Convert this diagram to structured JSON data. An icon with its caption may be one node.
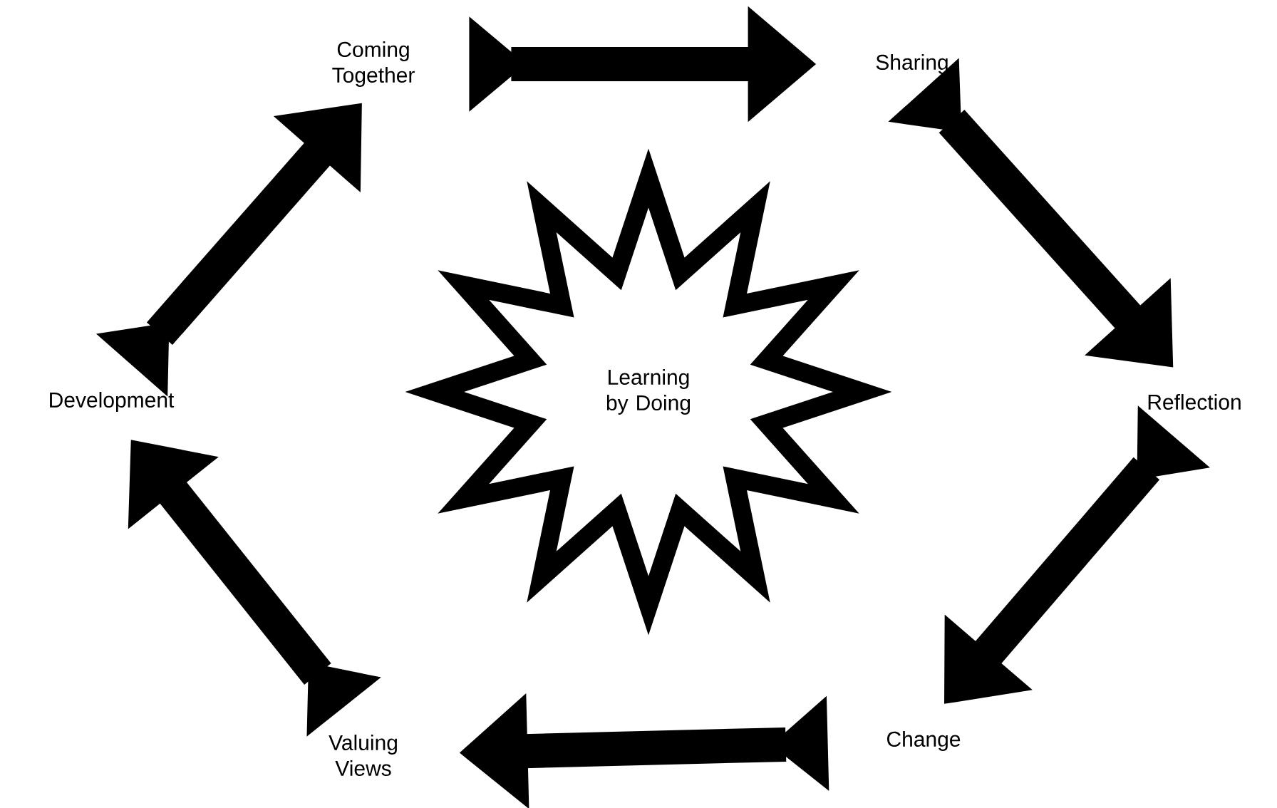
{
  "diagram": {
    "nodes": [
      {
        "text": [
          "Coming Together"
        ]
      },
      {
        "text": [
          "Sharing"
        ]
      },
      {
        "text": [
          "Reflection"
        ]
      },
      {
        "text": [
          "Change"
        ]
      },
      {
        "text": [
          "Valuing Views"
        ]
      },
      {
        "text": [
          "Development"
        ]
      },
      {
        "text": [
          "Learning by Doing"
        ]
      }
    ],
    "edges": [
      {
        "from": 0,
        "to": 1,
        "arrow": "to"
      },
      {
        "from": 1,
        "to": 2,
        "arrow": "to"
      },
      {
        "from": 2,
        "to": 3,
        "arrow": "to"
      },
      {
        "from": 3,
        "to": 4,
        "arrow": "to"
      },
      {
        "from": 4,
        "to": 5,
        "arrow": "to"
      },
      {
        "from": 5,
        "to": 0,
        "arrow": "to"
      }
    ]
  }
}
